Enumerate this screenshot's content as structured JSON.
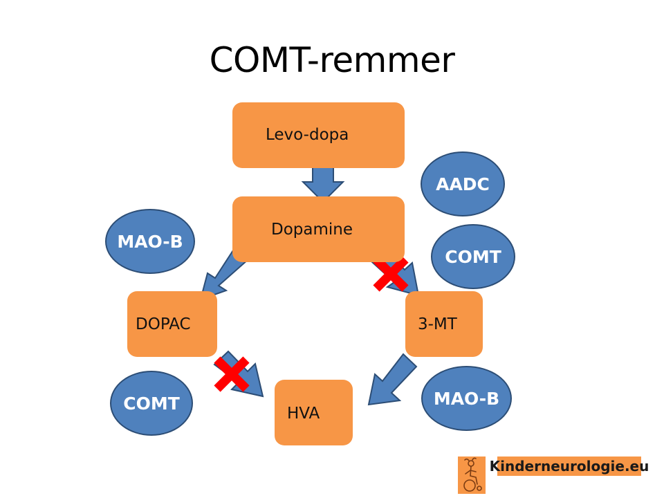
{
  "title": "COMT-remmer",
  "boxes": {
    "levodopa": "Levo-dopa",
    "dopamine": "Dopamine",
    "dopac": "DOPAC",
    "mt3": "3-MT",
    "hva": "HVA"
  },
  "enzymes": {
    "aadc": "AADC",
    "maob_left": "MAO-B",
    "comt_right": "COMT",
    "comt_left": "COMT",
    "maob_right": "MAO-B"
  },
  "logo": {
    "text": "Kinderneurologie.eu"
  },
  "colors": {
    "box": "#F79646",
    "enzyme": "#4F81BD",
    "arrow": "#4F81BD",
    "block": "#FF0000"
  }
}
